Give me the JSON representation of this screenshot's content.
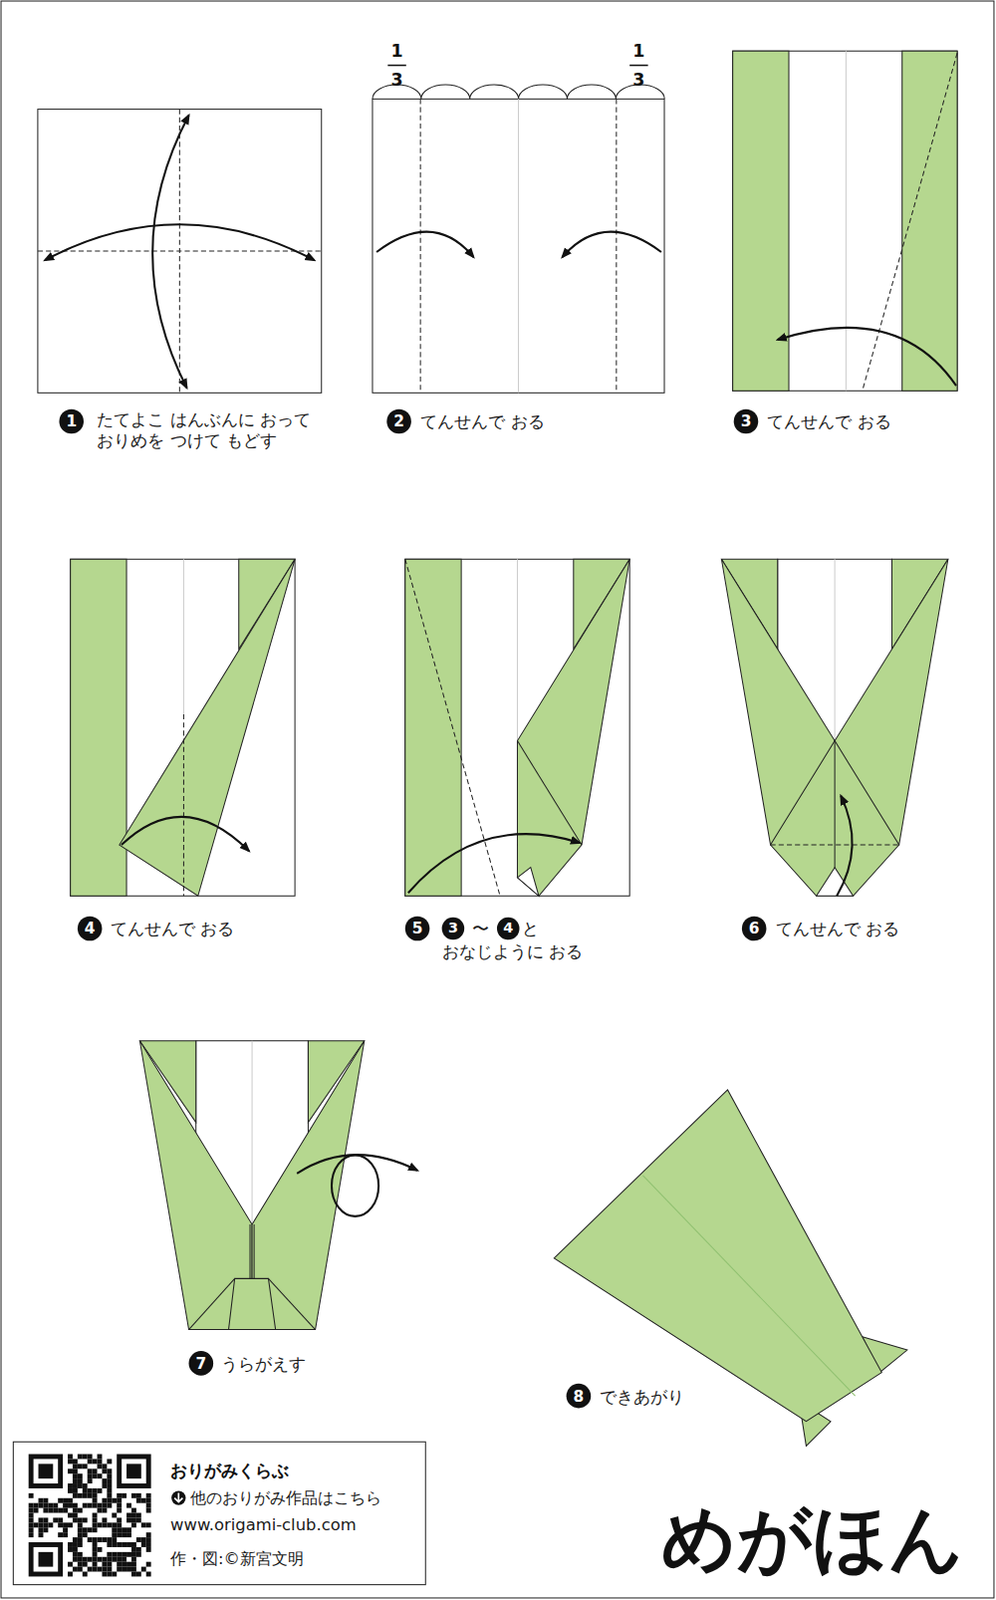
{
  "diagram": {
    "title": "めがほん",
    "labels": [
      "1",
      "3",
      "1",
      "3",
      "1",
      "たてよこ はんぶんに おって おりめを つけて もどす",
      "2",
      "てんせんで おる",
      "3",
      "てんせんで おる",
      "4",
      "てんせんで おる",
      "5",
      "3",
      "〜",
      "4",
      "と",
      "おなじように おる",
      "6",
      "てんせんで おる",
      "7",
      "うらがえす",
      "8",
      "できあがり",
      "おりがみくらぶ",
      "他のおりがみ作品はこちら",
      "www.origami-club.com",
      "作・図:©新宮文明"
    ]
  }
}
